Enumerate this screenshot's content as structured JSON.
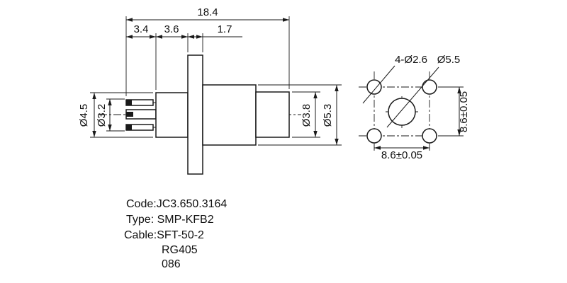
{
  "colors": {
    "line": "#1a1a1a",
    "background": "#ffffff"
  },
  "drawing": {
    "side_view": {
      "dim_total": "18.4",
      "dim_a": "3.4",
      "dim_b": "3.6",
      "dim_c": "1.7",
      "dia_45": "Ø4.5",
      "dia_32": "Ø3.2",
      "dia_38": "Ø3.8",
      "dia_53": "Ø5.3"
    },
    "face_view": {
      "holes_label": "4-Ø2.6",
      "center_label": "Ø5.5",
      "pitch_h": "8.6±0.05",
      "pitch_v": "8.6±0.05"
    },
    "notes": {
      "code": "Code:JC3.650.3164",
      "type": "Type: SMP-KFB2",
      "cable": "Cable:SFT-50-2",
      "cable2": "RG405",
      "cable3": "086"
    }
  }
}
